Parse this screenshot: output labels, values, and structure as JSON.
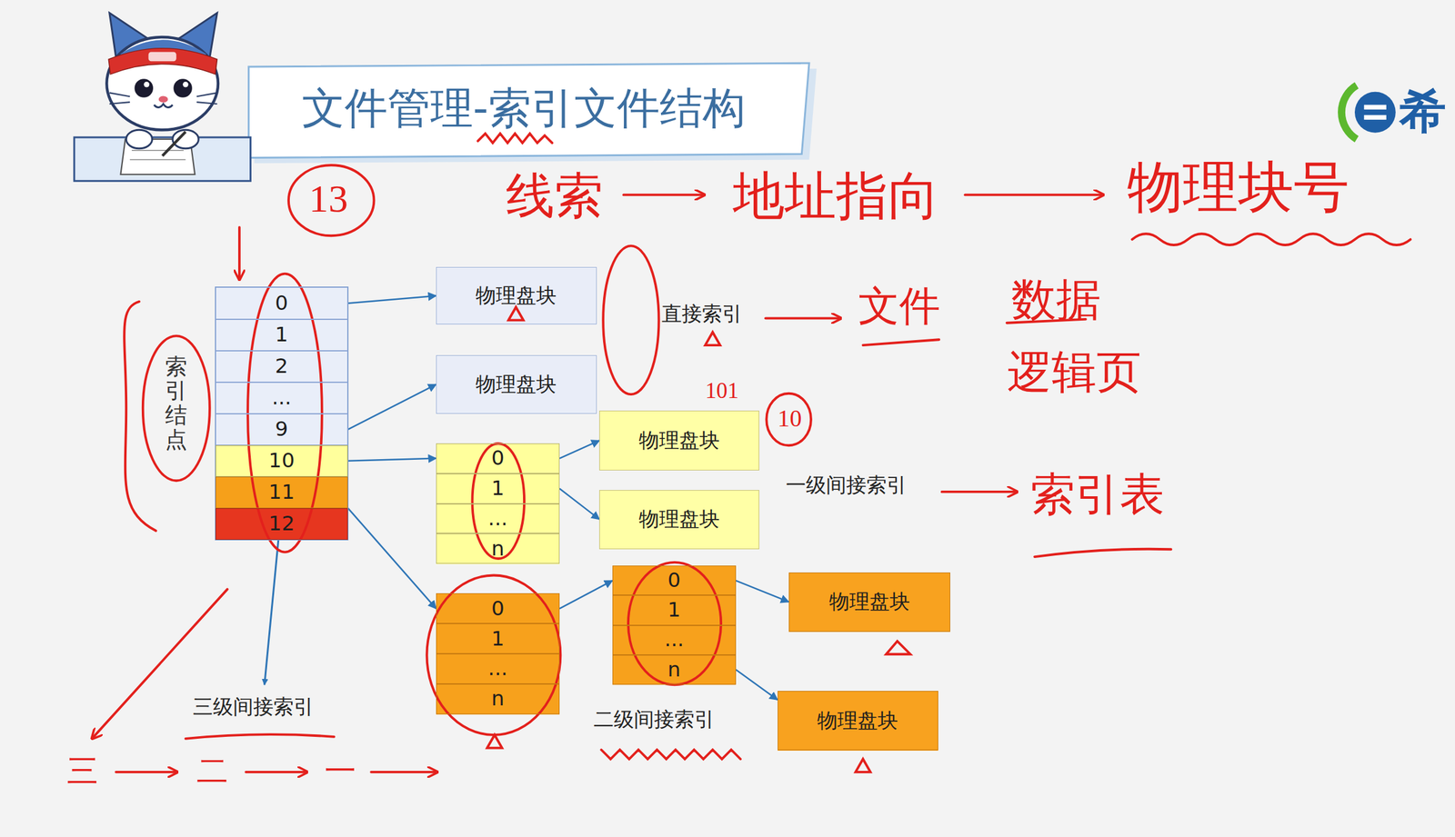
{
  "diagram": {
    "title": "文件管理-索引文件结构",
    "nodes": [
      {
        "text": [
          "索引结点"
        ]
      },
      {
        "text": [
          "0"
        ],
        "in": 0
      },
      {
        "text": [
          "1"
        ],
        "in": 0
      },
      {
        "text": [
          "2"
        ],
        "in": 0
      },
      {
        "text": [
          "..."
        ],
        "in": 0
      },
      {
        "text": [
          "9"
        ],
        "in": 0
      },
      {
        "text": [
          "10"
        ],
        "in": 0
      },
      {
        "text": [
          "11"
        ],
        "in": 0
      },
      {
        "text": [
          "12"
        ],
        "in": 0
      },
      {
        "text": [
          "物理盘块"
        ]
      },
      {
        "text": [
          "物理盘块"
        ]
      },
      {
        "text": [
          "0"
        ]
      },
      {
        "text": [
          "1"
        ]
      },
      {
        "text": [
          "..."
        ]
      },
      {
        "text": [
          "n"
        ]
      },
      {
        "text": [
          "物理盘块"
        ]
      },
      {
        "text": [
          "物理盘块"
        ]
      },
      {
        "text": [
          "0"
        ]
      },
      {
        "text": [
          "1"
        ]
      },
      {
        "text": [
          "..."
        ]
      },
      {
        "text": [
          "n"
        ]
      },
      {
        "text": [
          "0"
        ]
      },
      {
        "text": [
          "1"
        ]
      },
      {
        "text": [
          "..."
        ]
      },
      {
        "text": [
          "n"
        ]
      },
      {
        "text": [
          "物理盘块"
        ]
      },
      {
        "text": [
          "物理盘块"
        ]
      }
    ],
    "edges": [
      {
        "from": 1,
        "to": 9,
        "arrow": "to"
      },
      {
        "from": 5,
        "to": 10,
        "arrow": "to"
      },
      {
        "from": 6,
        "to": 11,
        "arrow": "to"
      },
      {
        "from": 7,
        "to": 17,
        "arrow": "to"
      },
      {
        "from": 11,
        "to": 15,
        "arrow": "to"
      },
      {
        "from": 12,
        "to": 16,
        "arrow": "to"
      },
      {
        "from": 17,
        "to": 21,
        "arrow": "to"
      },
      {
        "from": 21,
        "to": 25,
        "arrow": "to"
      },
      {
        "from": 24,
        "to": 26,
        "arrow": "to"
      }
    ],
    "labels": [
      "直接索引",
      "一级间接索引",
      "二级间接索引",
      "三级间接索引",
      "希",
      "13",
      "线索",
      "地址指向",
      "物理块号",
      "文件",
      "数据",
      "逻辑页",
      "索引表",
      "三",
      "二",
      "一",
      "101",
      "10"
    ]
  }
}
